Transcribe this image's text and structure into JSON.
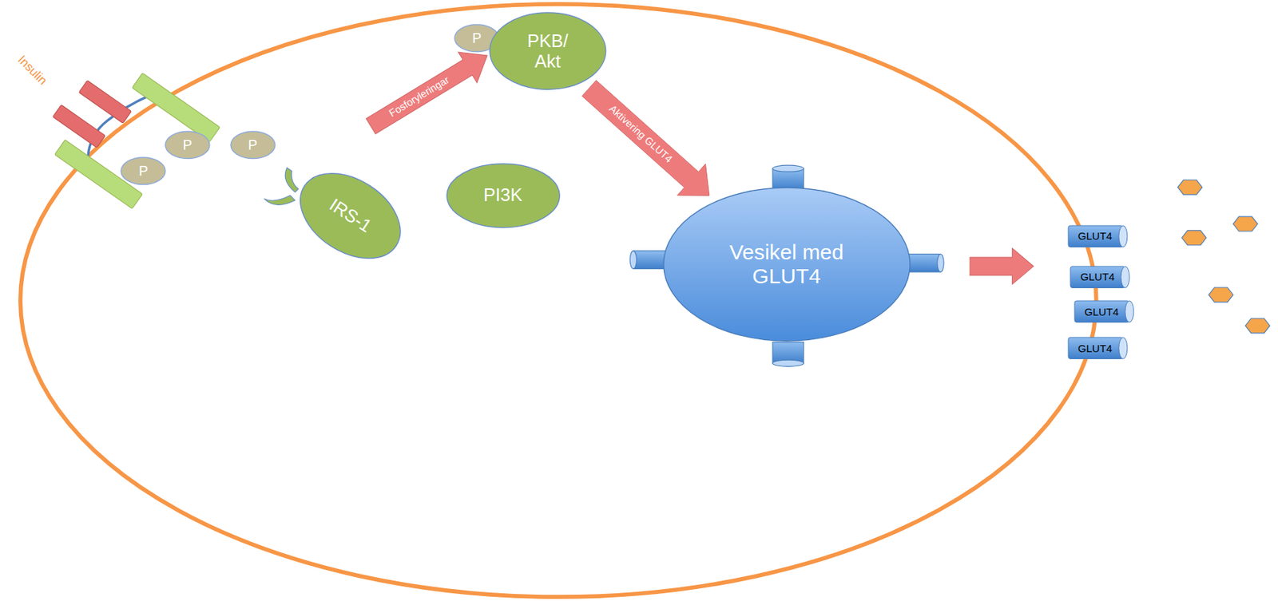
{
  "diagram": {
    "nodes": [
      {
        "text": [
          "P"
        ]
      },
      {
        "text": [
          "PKB/ Akt"
        ]
      },
      {
        "text": [
          "P"
        ]
      },
      {
        "text": [
          "P"
        ]
      },
      {
        "text": [
          "P"
        ]
      },
      {
        "text": [
          "PI3K"
        ]
      },
      {
        "text": [
          "IRS-1"
        ]
      },
      {
        "text": [
          "Vesikel med GLUT4"
        ]
      },
      {
        "text": [
          "GLUT4"
        ]
      },
      {
        "text": [
          "GLUT4"
        ]
      },
      {
        "text": [
          "GLUT4"
        ]
      },
      {
        "text": [
          "GLUT4"
        ]
      }
    ],
    "edges": [
      {
        "from": 1,
        "to": 7,
        "arrow": "to",
        "label": "Aktivering GLUT4"
      }
    ],
    "labels": [
      "Insulin",
      "Fosforyleringar"
    ]
  }
}
